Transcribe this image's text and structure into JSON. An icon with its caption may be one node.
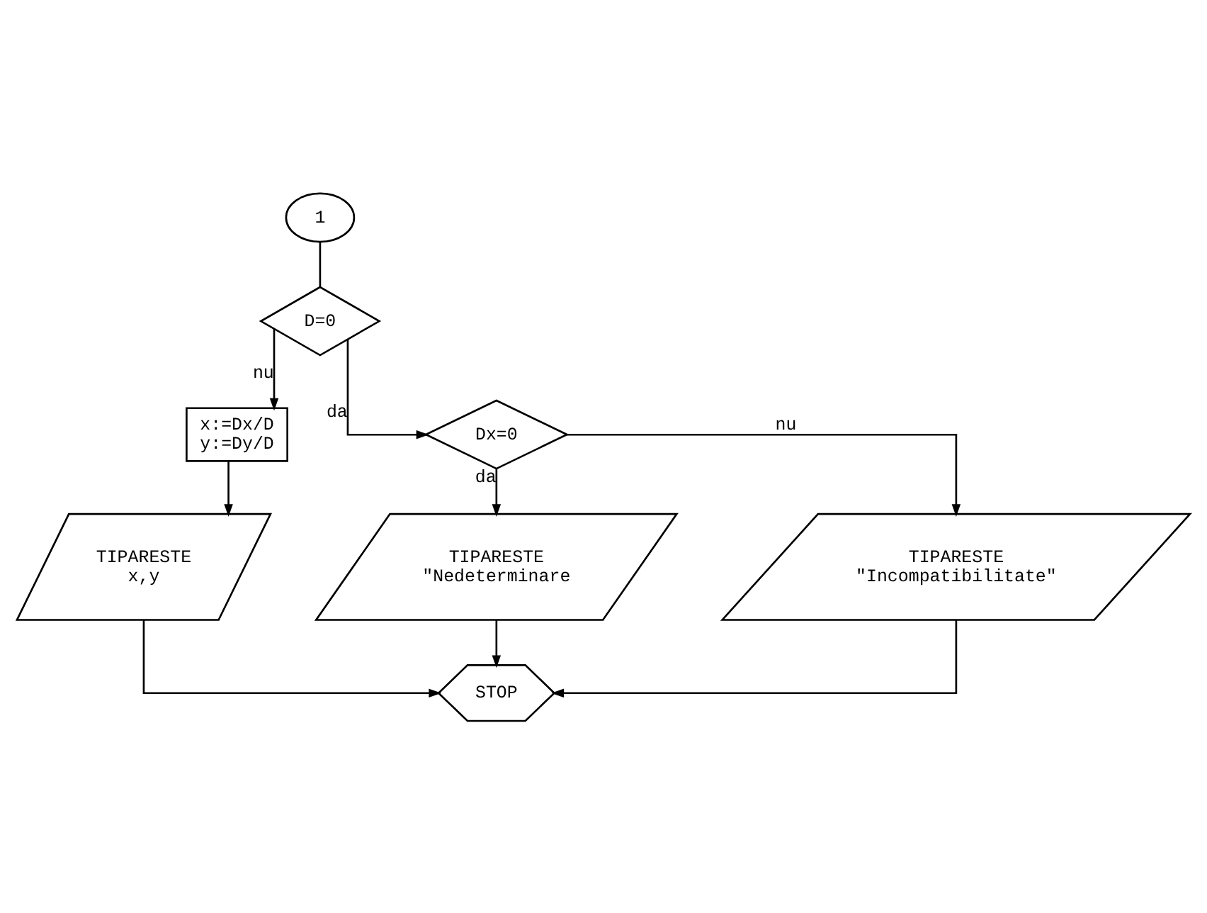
{
  "diagram": {
    "nodes": [
      {
        "text": [
          "1"
        ]
      },
      {
        "text": [
          "D=0"
        ]
      },
      {
        "text": [
          "x:=Dx/D",
          "y:=Dy/D"
        ]
      },
      {
        "text": [
          "Dx=0"
        ]
      },
      {
        "text": [
          "TIPARESTE",
          "x,y"
        ]
      },
      {
        "text": [
          "TIPARESTE",
          "\"Nedeterminare"
        ]
      },
      {
        "text": [
          "TIPARESTE",
          "\"Incompatibilitate\""
        ]
      },
      {
        "text": [
          "STOP"
        ]
      }
    ],
    "edges": [
      {
        "from": 0,
        "to": 1,
        "arrow": "none"
      },
      {
        "from": 1,
        "to": 2,
        "arrow": "to",
        "label": "nu"
      },
      {
        "from": 1,
        "to": 3,
        "arrow": "to",
        "label": "da"
      },
      {
        "from": 3,
        "to": 5,
        "arrow": "to",
        "label": "da"
      },
      {
        "from": 3,
        "to": 6,
        "arrow": "to",
        "label": "nu"
      },
      {
        "from": 2,
        "to": 4,
        "arrow": "to"
      },
      {
        "from": 4,
        "to": 7,
        "arrow": "to"
      },
      {
        "from": 5,
        "to": 7,
        "arrow": "to"
      },
      {
        "from": 6,
        "to": 7,
        "arrow": "to"
      }
    ]
  }
}
